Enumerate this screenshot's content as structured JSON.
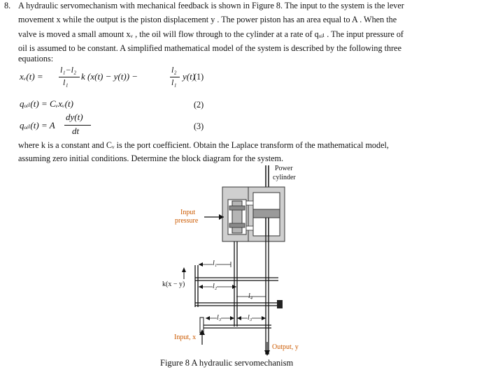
{
  "problem": {
    "number": "8.",
    "lines": [
      "A hydraulic servomechanism with mechanical feedback is shown in Figure 8. The input to the system is the lever",
      "movement x while the output is the piston displacement y . The power piston has an area equal to A . When the",
      "valve is moved a small amount xᵥ , the oil will flow through to the cylinder at a rate of qₒᵢₗ . The input pressure of",
      "oil is assumed to be constant. A simplified mathematical model of the system is described by the following three",
      "equations:"
    ],
    "after_lines": [
      "where k is a constant and Cᵥ  is the port coefficient. Obtain the Laplace transform of the mathematical model,",
      "assuming zero initial conditions. Determine the block diagram for the system."
    ]
  },
  "equations": [
    {
      "lhs": "xᵥ(t) =",
      "frac1_num": "l₁−l₂",
      "frac1_den": "l₁",
      "mid": "k (x(t) − y(t)) −",
      "frac2_num": "l₂",
      "frac2_den": "l₁",
      "tail": "y(t)",
      "number": "(1)"
    },
    {
      "text": "qₒᵢₗ(t) = Cᵥxᵥ(t)",
      "number": "(2)"
    },
    {
      "lhs": "qₒᵢₗ(t) = A",
      "num": "dy(t)",
      "den": "dt",
      "number": "(3)"
    }
  ],
  "figure": {
    "labels": {
      "power_cylinder_1": "Power",
      "power_cylinder_2": "cylinder",
      "input_pressure_1": "Input",
      "input_pressure_2": "pressure",
      "l1": "l₁",
      "l2": "l₂",
      "l3a": "l₃",
      "l3b": "l₃",
      "l4": "l₄",
      "kxy": "k(x − y)",
      "input_x": "Input, x",
      "output_y": "Output, y"
    },
    "caption": "Figure 8 A hydraulic servomechanism"
  }
}
